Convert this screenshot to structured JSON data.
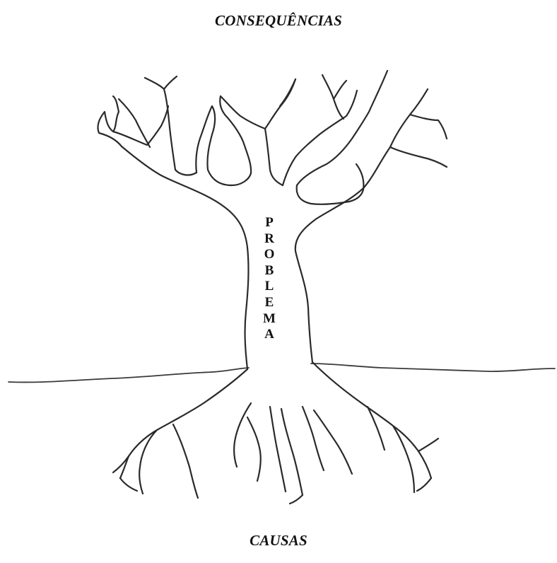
{
  "diagram": {
    "consequences_label": "CONSEQUÊNCIAS",
    "causes_label": "CAUSAS",
    "problem_letters": [
      "P",
      "R",
      "O",
      "B",
      "L",
      "E",
      "M",
      "A"
    ]
  }
}
